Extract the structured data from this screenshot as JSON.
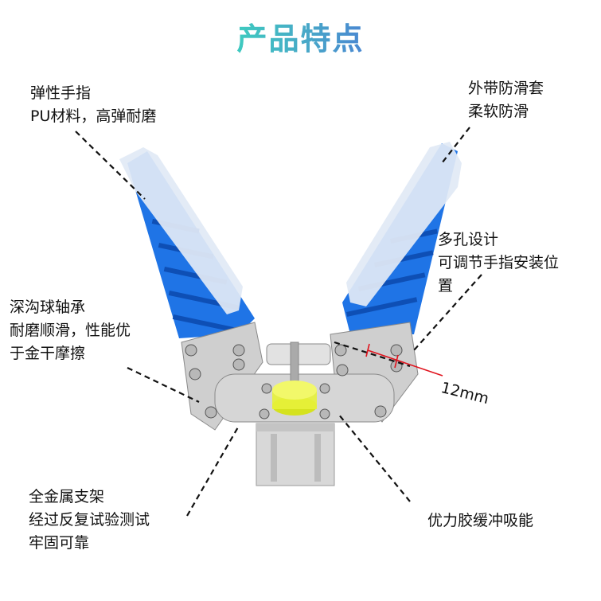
{
  "title": "产品特点",
  "annotations": {
    "elastic_finger": [
      "弹性手指",
      "PU材料，高弹耐磨"
    ],
    "anti_slip_cover": [
      "外带防滑套",
      "柔软防滑"
    ],
    "multi_hole": [
      "多孔设计",
      "可调节手指安装位",
      "置"
    ],
    "bearing": [
      "深沟球轴承",
      "耐磨顺滑，性能优",
      "于金干摩擦"
    ],
    "metal_frame": [
      "全金属支架",
      "经过反复试验测试",
      "牢固可靠"
    ],
    "buffer": [
      "优力胶缓冲吸能"
    ]
  },
  "dimension": "12mm",
  "colors": {
    "finger_blue": "#1a6fe0",
    "pad": "#dfe8f4",
    "metal": "#c9c9c9",
    "buffer": "#e7f23a",
    "dimension": "#e0141e"
  }
}
